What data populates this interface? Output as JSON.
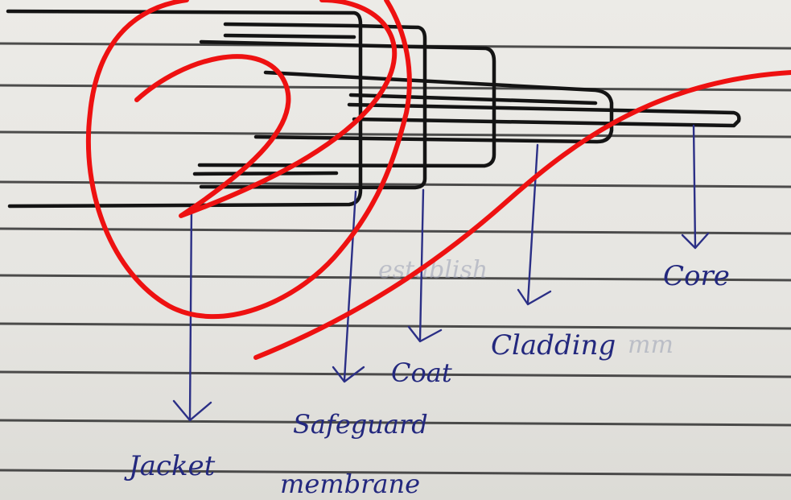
{
  "diagram": {
    "labels": {
      "core": "Core",
      "cladding": "Cladding",
      "coat": "Coat",
      "safeguard_line1": "Safeguard",
      "safeguard_line2": "membrane",
      "jacket": "Jacket"
    },
    "ink_colors": {
      "labels": "#23287e",
      "cable": "#141414",
      "scribble": "#ee1111"
    }
  }
}
